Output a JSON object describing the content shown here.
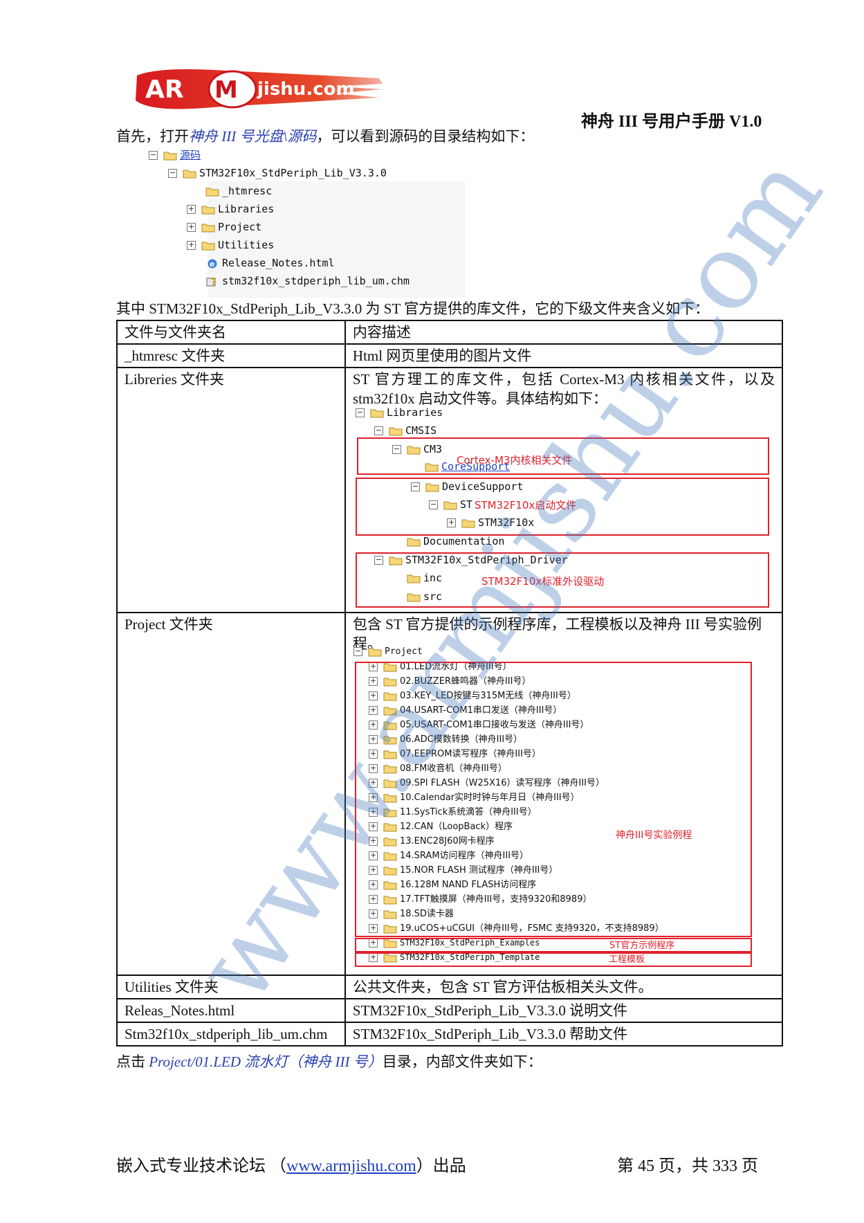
{
  "header": {
    "logo_text": "ARMjishu.com",
    "doc_title": "神舟 III 号用户手册  V1.0"
  },
  "intro": {
    "before": "首先，打开",
    "link": "神舟 III 号光盘\\源码",
    "after": "，可以看到源码的目录结构如下："
  },
  "source_tree": [
    {
      "label": "源码",
      "toggle": "−",
      "level": 0,
      "icon": "folder-icon",
      "link": true
    },
    {
      "label": "STM32F10x_StdPeriph_Lib_V3.3.0",
      "toggle": "−",
      "level": 1,
      "icon": "folder-icon"
    },
    {
      "label": "_htmresc",
      "toggle": "",
      "level": 2,
      "icon": "folder-icon"
    },
    {
      "label": "Libraries",
      "toggle": "+",
      "level": 2,
      "icon": "folder-icon"
    },
    {
      "label": "Project",
      "toggle": "+",
      "level": 2,
      "icon": "folder-icon"
    },
    {
      "label": "Utilities",
      "toggle": "+",
      "level": 2,
      "icon": "folder-icon"
    },
    {
      "label": "Release_Notes.html",
      "toggle": "",
      "level": 2,
      "icon": "ie-html-icon"
    },
    {
      "label": "stm32f10x_stdperiph_lib_um.chm",
      "toggle": "",
      "level": 2,
      "icon": "chm-help-icon"
    }
  ],
  "lib_intro": "其中 STM32F10x_StdPeriph_Lib_V3.3.0 为 ST 官方提供的库文件，它的下级文件夹含义如下：",
  "table": {
    "headers": [
      "文件与文件夹名",
      "内容描述"
    ],
    "rows": {
      "htmresc": [
        "_htmresc 文件夹",
        "Html 网页里使用的图片文件"
      ],
      "libraries": [
        "Libreries 文件夹",
        "ST 官方理工的库文件，包括 Cortex-M3 内核相关文件，以及 stm32f10x 启动文件等。具体结构如下："
      ],
      "project": [
        "Project 文件夹",
        "包含 ST 官方提供的示例程序库，工程模板以及神舟 III 号实验例程。"
      ],
      "utilities": [
        "Utilities 文件夹",
        "公共文件夹，包含 ST 官方评估板相关头文件。"
      ],
      "release": [
        "Releas_Notes.html",
        "STM32F10x_StdPeriph_Lib_V3.3.0 说明文件"
      ],
      "chm": [
        "Stm32f10x_stdperiph_lib_um.chm",
        "STM32F10x_StdPeriph_Lib_V3.3.0 帮助文件"
      ]
    }
  },
  "lib_tree": [
    {
      "label": "Libraries",
      "toggle": "−"
    },
    {
      "label": "CMSIS",
      "toggle": "−"
    },
    {
      "label": "CM3",
      "toggle": "−"
    },
    {
      "label": "CoreSupport",
      "toggle": ""
    },
    {
      "label": "DeviceSupport",
      "toggle": "−"
    },
    {
      "label": "ST",
      "toggle": "−"
    },
    {
      "label": "STM32F10x",
      "toggle": "+"
    },
    {
      "label": "Documentation",
      "toggle": ""
    },
    {
      "label": "STM32F10x_StdPeriph_Driver",
      "toggle": "−"
    },
    {
      "label": "inc",
      "toggle": ""
    },
    {
      "label": "src",
      "toggle": ""
    }
  ],
  "lib_annotations": {
    "core": "Cortex-M3内核相关文件",
    "startup": "STM32F10x启动文件",
    "driver": "STM32F10x标准外设驱动"
  },
  "project_tree": {
    "root": "Project",
    "items": [
      "01.LED流水灯（神舟III号）",
      "02.BUZZER蜂鸣器（神舟III号）",
      "03.KEY_LED按键与315M无线（神舟III号）",
      "04.USART-COM1串口发送（神舟III号）",
      "05.USART-COM1串口接收与发送（神舟III号）",
      "06.ADC模数转换（神舟III号）",
      "07.EEPROM读写程序（神舟III号）",
      "08.FM收音机（神舟III号）",
      "09.SPI FLASH（W25X16）读写程序（神舟III号）",
      "10.Calendar实时时钟与年月日（神舟III号）",
      "11.SysTick系统滴答（神舟III号）",
      "12.CAN（LoopBack）程序",
      "13.ENC28J60网卡程序",
      "14.SRAM访问程序（神舟III号）",
      "15.NOR FLASH 测试程序（神舟III号）",
      "16.128M NAND FLASH访问程序",
      "17.TFT触摸屏（神舟III号，支持9320和8989）",
      "18.SD读卡器",
      "19.uCOS+uCGUI（神舟III号，FSMC 支持9320，不支持8989）"
    ],
    "examples": "STM32F10x_StdPeriph_Examples",
    "template": "STM32F10x_StdPeriph_Template",
    "annotation_experiments": "神舟III号实验例程",
    "annotation_examples": "ST官方示例程序",
    "annotation_template": "工程模板"
  },
  "click_line": {
    "before": "点击 ",
    "link": "Project/01.LED 流水灯（神舟 III 号）",
    "after": "目录，内部文件夹如下："
  },
  "footer": {
    "left_before": "嵌入式专业技术论坛  （",
    "link": "www.armjishu.com",
    "left_after": "）出品",
    "page": "第 45 页，共 333 页"
  },
  "watermark": "www.armjishu.com",
  "colors": {
    "accent_red": "#e0202a",
    "link_blue": "#2a3fb0",
    "watermark": "#4678be"
  }
}
